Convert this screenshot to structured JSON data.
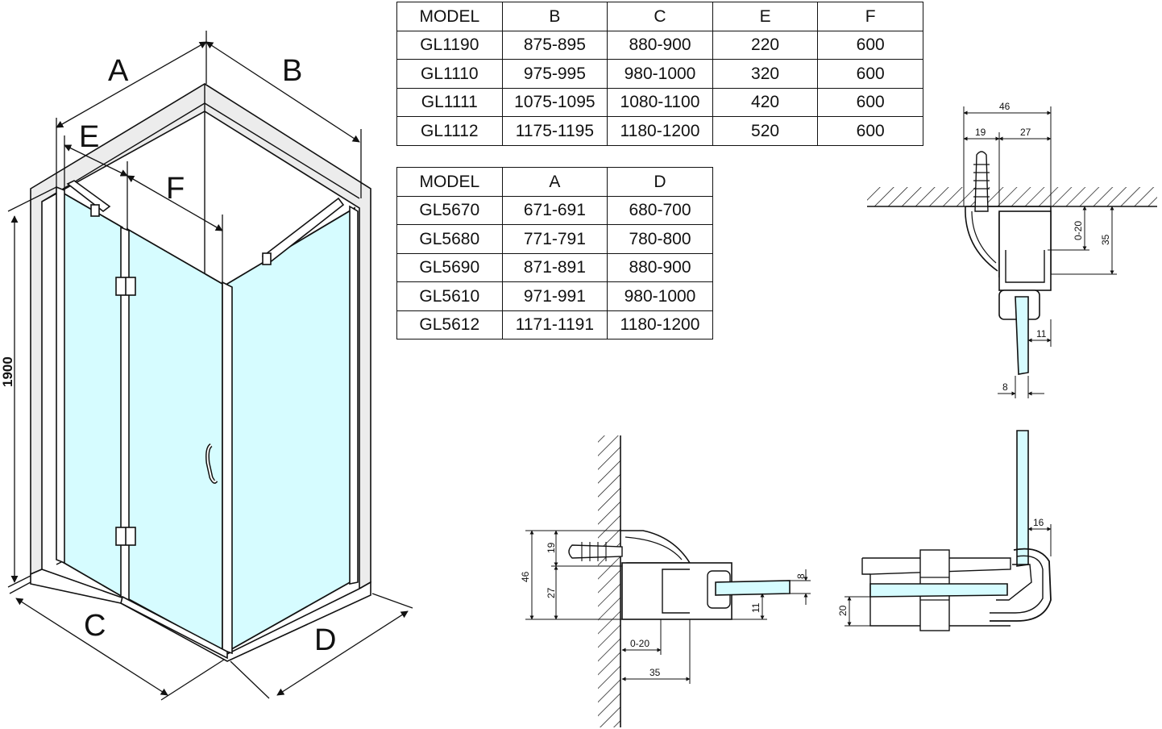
{
  "tables": [
    {
      "headers": [
        "MODEL",
        "B",
        "C",
        "E",
        "F"
      ],
      "rows": [
        [
          "GL1190",
          "875-895",
          "880-900",
          "220",
          "600"
        ],
        [
          "GL1110",
          "975-995",
          "980-1000",
          "320",
          "600"
        ],
        [
          "GL1111",
          "1075-1095",
          "1080-1100",
          "420",
          "600"
        ],
        [
          "GL1112",
          "1175-1195",
          "1180-1200",
          "520",
          "600"
        ]
      ]
    },
    {
      "headers": [
        "MODEL",
        "A",
        "D"
      ],
      "rows": [
        [
          "GL5670",
          "671-691",
          "680-700"
        ],
        [
          "GL5680",
          "771-791",
          "780-800"
        ],
        [
          "GL5690",
          "871-891",
          "880-900"
        ],
        [
          "GL5610",
          "971-991",
          "980-1000"
        ],
        [
          "GL5612",
          "1171-1191",
          "1180-1200"
        ]
      ]
    }
  ],
  "labels": {
    "A": "A",
    "B": "B",
    "C": "C",
    "D": "D",
    "E": "E",
    "F": "F",
    "height": "1900"
  },
  "top_detail": {
    "d46": "46",
    "d19": "19",
    "d27": "27",
    "d0_20": "0-20",
    "d35": "35",
    "d11": "11",
    "d8": "8"
  },
  "wall_detail": {
    "d19": "19",
    "d46": "46",
    "d27": "27",
    "d8": "8",
    "d11": "11",
    "d0_20": "0-20",
    "d35": "35"
  },
  "corner_detail": {
    "d16": "16",
    "d20": "20"
  },
  "colors": {
    "glass": "#d6fcff",
    "line": "#111111",
    "wall": "#e9e9e9"
  }
}
